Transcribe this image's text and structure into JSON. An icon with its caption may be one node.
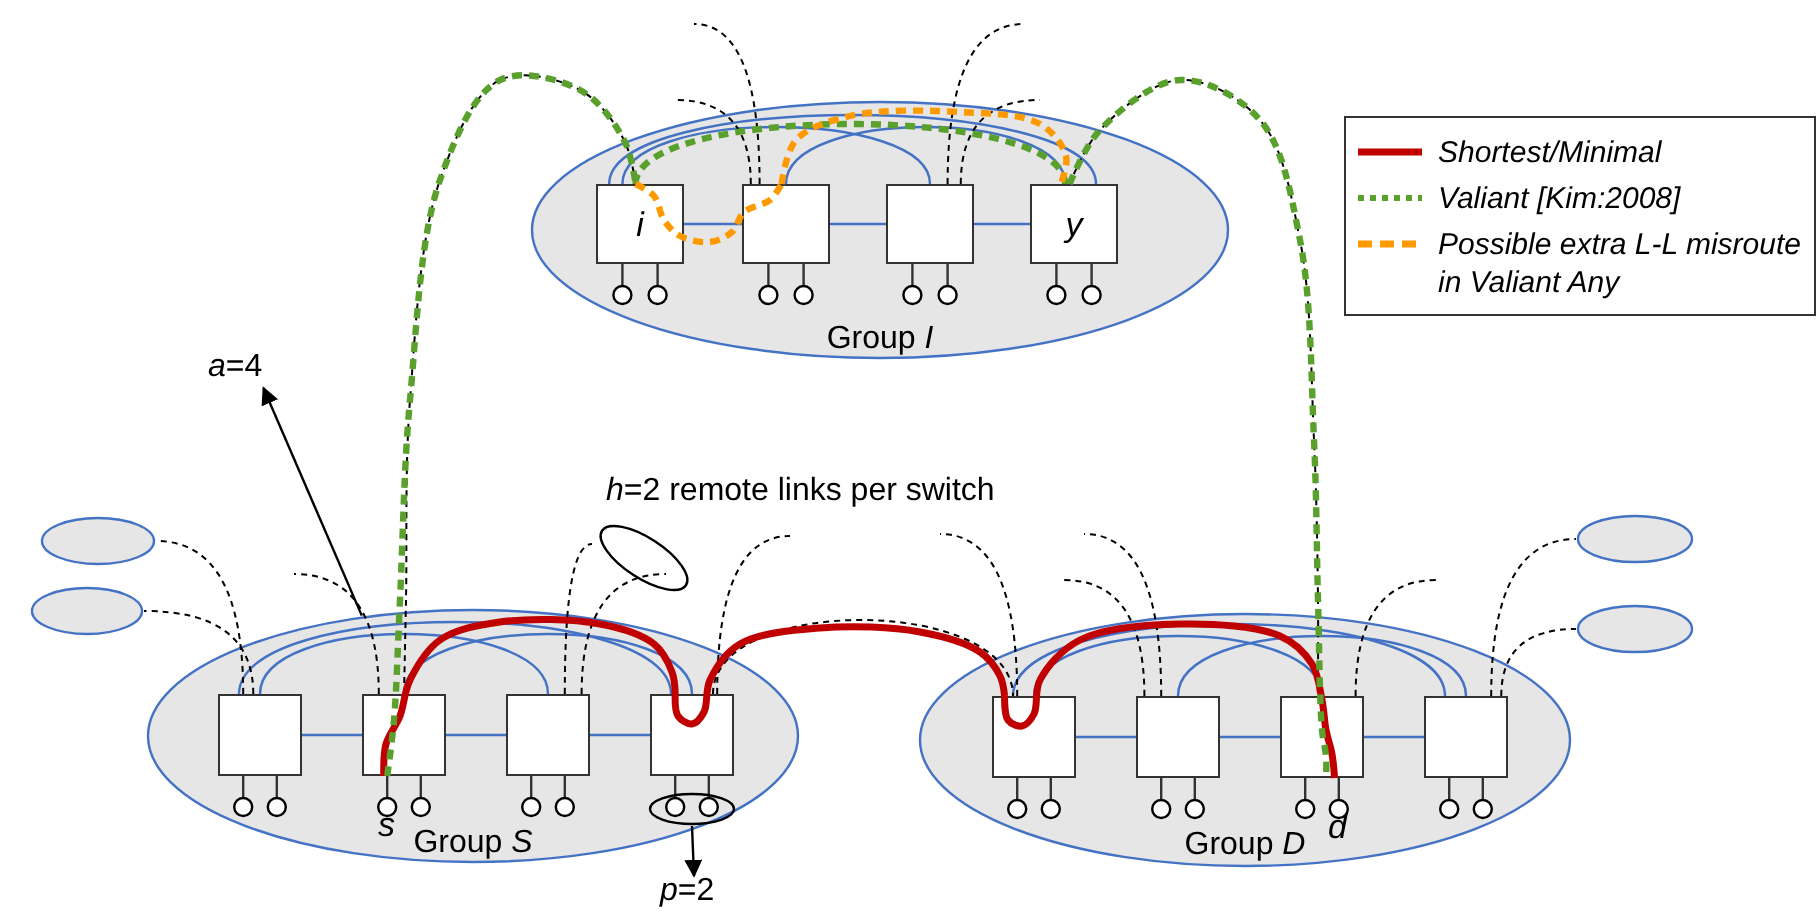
{
  "diagram": {
    "nodes": [
      {
        "text": [
          "Group *I*"
        ]
      },
      {
        "text": [
          "i"
        ],
        "in": 0
      },
      {
        "text": [],
        "in": 0,
        "shape": "box"
      },
      {
        "text": [],
        "in": 0,
        "shape": "box"
      },
      {
        "text": [
          "y"
        ],
        "in": 0
      },
      {
        "text": [
          "Group *S*"
        ]
      },
      {
        "text": [],
        "in": 5,
        "shape": "box"
      },
      {
        "text": [],
        "in": 5,
        "shape": "box",
        "beside": [
          "s"
        ]
      },
      {
        "text": [],
        "in": 5,
        "shape": "box"
      },
      {
        "text": [],
        "in": 5,
        "shape": "box"
      },
      {
        "text": [
          "Group *D*"
        ]
      },
      {
        "text": [],
        "in": 10,
        "shape": "box"
      },
      {
        "text": [],
        "in": 10,
        "shape": "box"
      },
      {
        "text": [],
        "in": 10,
        "shape": "box",
        "beside": [
          "d"
        ]
      },
      {
        "text": [],
        "in": 10,
        "shape": "box"
      },
      {
        "text": [],
        "shape": "ellipse"
      },
      {
        "text": [],
        "shape": "ellipse"
      },
      {
        "text": [],
        "shape": "ellipse"
      },
      {
        "text": [],
        "shape": "ellipse"
      },
      {
        "text": [
          "*a*=4"
        ]
      },
      {
        "text": [],
        "shape": "ellipse",
        "in": 5
      },
      {
        "text": [
          "*p*=2"
        ]
      }
    ],
    "edges": [
      {
        "from": 1,
        "to": 2,
        "arrow": "none",
        "color": "#4472c4"
      },
      {
        "from": 2,
        "to": 3,
        "arrow": "none",
        "color": "#4472c4"
      },
      {
        "from": 3,
        "to": 4,
        "arrow": "none",
        "color": "#4472c4"
      },
      {
        "from": 1,
        "to": 3,
        "arrow": "none",
        "color": "#4472c4"
      },
      {
        "from": 2,
        "to": 4,
        "arrow": "none",
        "color": "#4472c4"
      },
      {
        "from": 1,
        "to": 4,
        "arrow": "none",
        "color": "#4472c4"
      },
      {
        "from": 6,
        "to": 7,
        "arrow": "none",
        "color": "#4472c4"
      },
      {
        "from": 7,
        "to": 8,
        "arrow": "none",
        "color": "#4472c4"
      },
      {
        "from": 8,
        "to": 9,
        "arrow": "none",
        "color": "#4472c4"
      },
      {
        "from": 6,
        "to": 8,
        "arrow": "none",
        "color": "#4472c4"
      },
      {
        "from": 7,
        "to": 9,
        "arrow": "none",
        "color": "#4472c4"
      },
      {
        "from": 6,
        "to": 9,
        "arrow": "none",
        "color": "#4472c4"
      },
      {
        "from": 11,
        "to": 12,
        "arrow": "none",
        "color": "#4472c4"
      },
      {
        "from": 12,
        "to": 13,
        "arrow": "none",
        "color": "#4472c4"
      },
      {
        "from": 13,
        "to": 14,
        "arrow": "none",
        "color": "#4472c4"
      },
      {
        "from": 11,
        "to": 13,
        "arrow": "none",
        "color": "#4472c4"
      },
      {
        "from": 12,
        "to": 14,
        "arrow": "none",
        "color": "#4472c4"
      },
      {
        "from": 11,
        "to": 14,
        "arrow": "none",
        "color": "#4472c4"
      },
      {
        "from": 7,
        "to": 1,
        "arrow": "none",
        "style": "dashed"
      },
      {
        "from": 4,
        "to": 13,
        "arrow": "none",
        "style": "dashed"
      },
      {
        "from": 9,
        "to": 11,
        "arrow": "none",
        "style": "dashed"
      },
      {
        "from": 6,
        "to": 15,
        "arrow": "none",
        "style": "dashed"
      },
      {
        "from": 6,
        "to": 16,
        "arrow": "none",
        "style": "dashed"
      },
      {
        "from": 14,
        "to": 17,
        "arrow": "none",
        "style": "dashed"
      },
      {
        "from": 14,
        "to": 18,
        "arrow": "none",
        "style": "dashed"
      },
      {
        "from": 7,
        "to": null,
        "arrow": "none",
        "style": "dashed"
      },
      {
        "from": 8,
        "to": null,
        "arrow": "none",
        "style": "dashed"
      },
      {
        "from": 8,
        "to": null,
        "arrow": "none",
        "style": "dashed"
      },
      {
        "from": 9,
        "to": null,
        "arrow": "none",
        "style": "dashed"
      },
      {
        "from": 11,
        "to": null,
        "arrow": "none",
        "style": "dashed"
      },
      {
        "from": 12,
        "to": null,
        "arrow": "none",
        "style": "dashed"
      },
      {
        "from": 12,
        "to": null,
        "arrow": "none",
        "style": "dashed"
      },
      {
        "from": 13,
        "to": null,
        "arrow": "none",
        "style": "dashed"
      },
      {
        "from": 2,
        "to": null,
        "arrow": "none",
        "style": "dashed"
      },
      {
        "from": 2,
        "to": null,
        "arrow": "none",
        "style": "dashed"
      },
      {
        "from": 3,
        "to": null,
        "arrow": "none",
        "style": "dashed"
      },
      {
        "from": 3,
        "to": null,
        "arrow": "none",
        "style": "dashed"
      },
      {
        "from": 7,
        "to": 9,
        "arrow": "none",
        "style": "thick",
        "color": "#c00000"
      },
      {
        "from": 9,
        "to": 11,
        "arrow": "none",
        "style": "thick",
        "color": "#c00000"
      },
      {
        "from": 11,
        "to": 13,
        "arrow": "none",
        "style": "thick",
        "color": "#c00000"
      },
      {
        "from": 7,
        "to": 1,
        "arrow": "none",
        "style": "dashed",
        "color": "#5aa02c"
      },
      {
        "from": 1,
        "to": 4,
        "arrow": "none",
        "style": "dashed",
        "color": "#5aa02c"
      },
      {
        "from": 4,
        "to": 13,
        "arrow": "none",
        "style": "dashed",
        "color": "#5aa02c"
      },
      {
        "from": 1,
        "to": 2,
        "arrow": "none",
        "style": "dashed",
        "color": "#ff9900"
      },
      {
        "from": 2,
        "to": 4,
        "arrow": "none",
        "style": "dashed",
        "color": "#ff9900"
      },
      {
        "from": 5,
        "to": 19,
        "arrow": "to"
      },
      {
        "from": 20,
        "to": 21,
        "arrow": "to"
      }
    ],
    "labels": [
      "*h*=2 remote links per switch"
    ],
    "legend": [
      {
        "text": "Shortest/Minimal"
      },
      {
        "text": "Valiant [Kim:2008]"
      },
      {
        "text": "Possible extra L-L misroute in Valiant Any"
      }
    ]
  }
}
